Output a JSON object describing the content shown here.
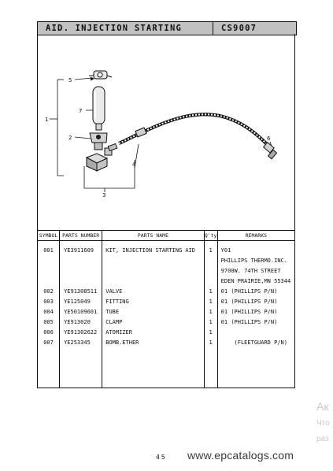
{
  "header": {
    "title": "AID. INJECTION STARTING",
    "code": "CS9007"
  },
  "callouts": [
    "1",
    "2",
    "3",
    "4",
    "5",
    "6",
    "7"
  ],
  "table": {
    "columns": [
      "SYMBOL",
      "PARTS NUMBER",
      "PARTS NAME",
      "Q'ty",
      "REMARKS"
    ],
    "rows": [
      {
        "symbol": "001",
        "part_number": "YE3911609",
        "name": "KIT, INJECTION STARTING AID",
        "qty": "1",
        "remarks": [
          "Y01",
          "PHILLIPS THERMO.INC.",
          "9700W. 74TH STREET",
          "EDEN PRAIRIE,MN 55344"
        ]
      },
      {
        "symbol": "002",
        "part_number": "YE91308511",
        "name": "VALVE",
        "qty": "1",
        "remarks": [
          "01 (PHILLIPS P/N)"
        ]
      },
      {
        "symbol": "003",
        "part_number": "YE125049",
        "name": "FITTING",
        "qty": "1",
        "remarks": [
          "01 (PHILLIPS P/N)"
        ]
      },
      {
        "symbol": "004",
        "part_number": "YE50109601",
        "name": "TUBE",
        "qty": "1",
        "remarks": [
          "01 (PHILLIPS P/N)"
        ]
      },
      {
        "symbol": "005",
        "part_number": "YE913020",
        "name": "CLAMP",
        "qty": "1",
        "remarks": [
          "01 (PHILLIPS P/N)"
        ]
      },
      {
        "symbol": "006",
        "part_number": "YE91302622",
        "name": "ATOMIZER",
        "qty": "1",
        "remarks": [
          ""
        ]
      },
      {
        "symbol": "007",
        "part_number": "YE253345",
        "name": "BOMB.ETHER",
        "qty": "1",
        "remarks": [
          "    (FLEETGUARD P/N)"
        ]
      }
    ]
  },
  "page_number": "45",
  "watermark": "www.epcatalogs.com",
  "ghost_text": [
    "Ак",
    "Что",
    "раз"
  ]
}
